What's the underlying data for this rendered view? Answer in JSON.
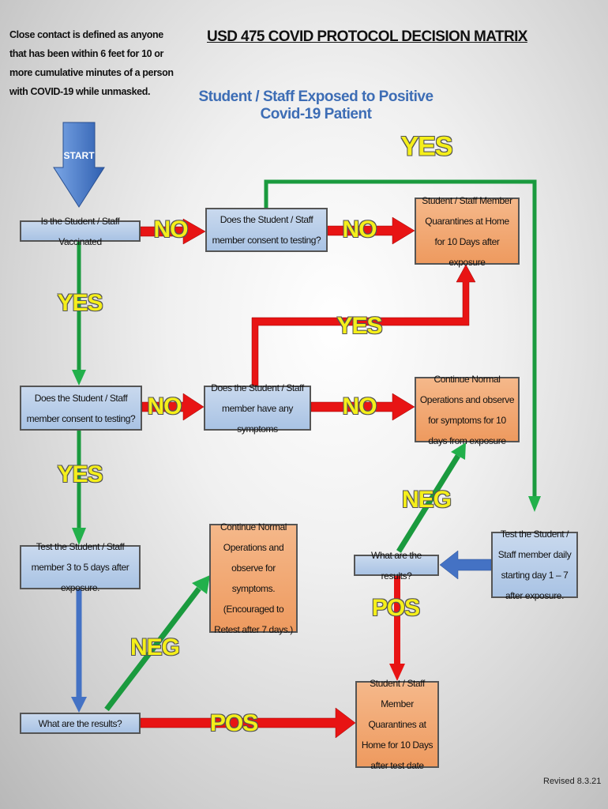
{
  "note": "Close contact is defined as anyone that has been within 6 feet for 10 or more cumulative minutes of a person with COVID-19 while unmasked.",
  "title": "USD 475 COVID PROTOCOL DECISION MATRIX",
  "subtitle": "Student / Staff Exposed to Positive Covid-19 Patient",
  "start": "START",
  "boxes": {
    "vaccinated": "Is the Student / Staff Vaccinated",
    "consent1": "Does the Student / Staff member consent to testing?",
    "quarantine_exposure": "Student / Staff Member Quarantines at Home for 10 Days after exposure",
    "consent2": "Does the Student / Staff member consent to testing?",
    "symptoms": "Does the Student / Staff member have any symptoms",
    "continue_normal": "Continue Normal Operations and observe for symptoms for 10 days from exposure",
    "test_3_5": "Test the Student / Staff member 3 to 5 days after exposure.",
    "results_left": "What are the results?",
    "continue_retest": "Continue Normal Operations and observe for symptoms. (Encouraged to Retest after 7 days.)",
    "quarantine_test": "Student / Staff Member Quarantines at Home for 10 Days after test date",
    "results_right": "What are the results?",
    "test_daily": "Test the Student / Staff member daily starting day 1 – 7 after exposure."
  },
  "labels": {
    "yes": "YES",
    "no": "NO",
    "neg": "NEG",
    "pos": "POS"
  },
  "colors": {
    "yes": "#22b04b",
    "no": "#e01010",
    "flow": "#4472c4",
    "label": "#f5ef1a"
  },
  "revised": "Revised 8.3.21"
}
